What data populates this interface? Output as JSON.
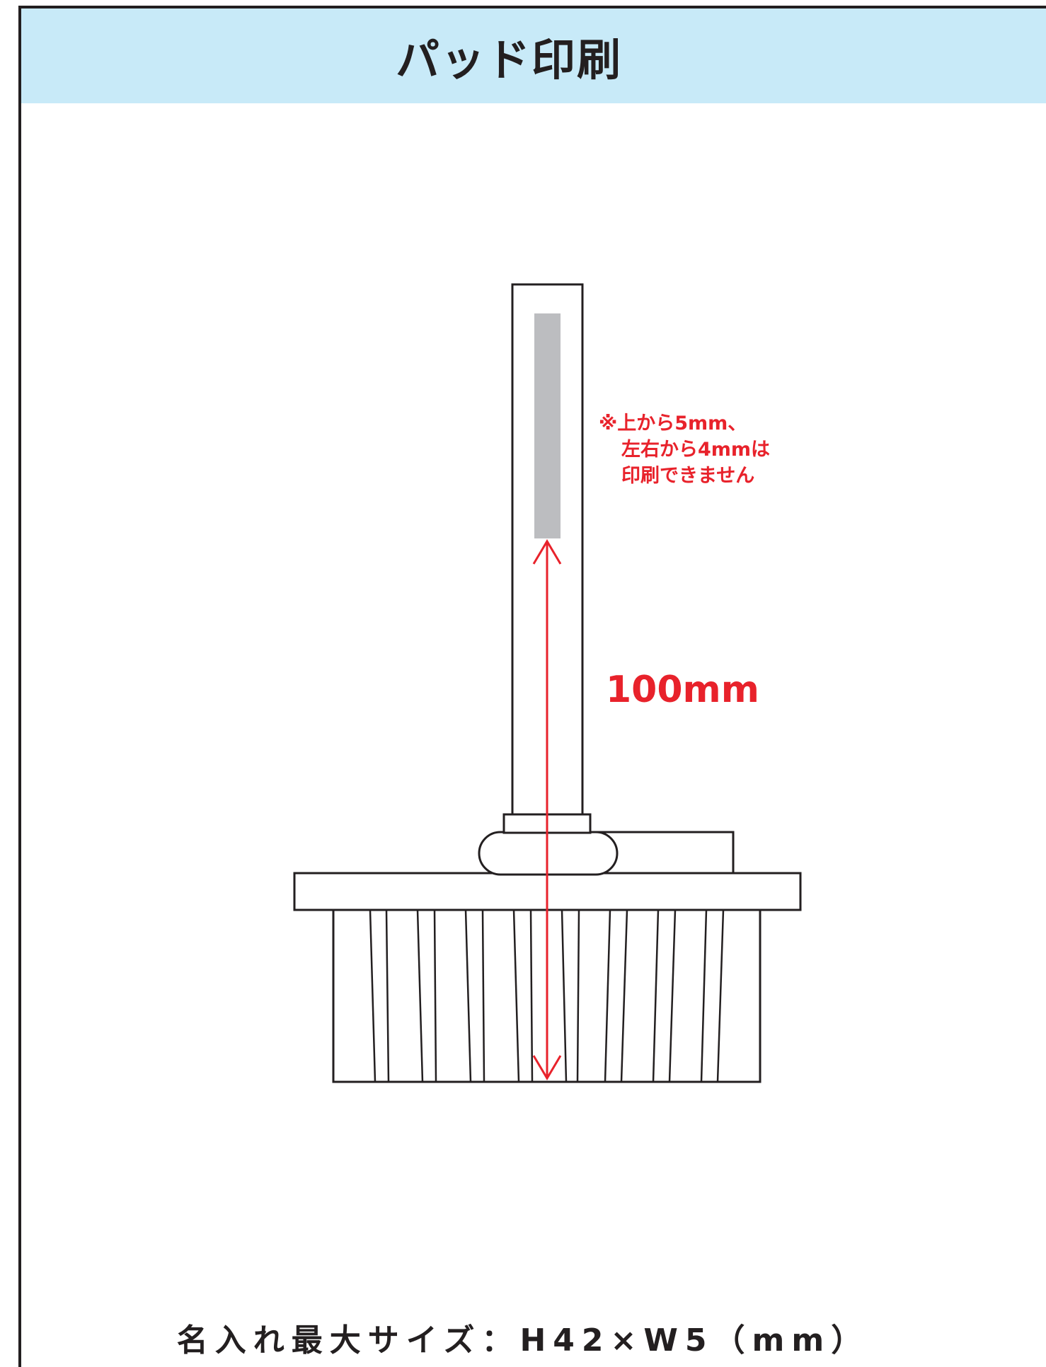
{
  "header": {
    "title": "パッド印刷"
  },
  "note": {
    "line1": "※上から5mm、",
    "line2": "左右から4mmは",
    "line3": "印刷できません"
  },
  "dimension": {
    "label": "100mm"
  },
  "footer": {
    "text": "名入れ最大サイズ：H42×W5（mm）"
  },
  "colors": {
    "header_bg": "#c8eaf8",
    "accent_red": "#e8222b",
    "print_area": "#bcbdc0",
    "outline": "#231f20"
  }
}
